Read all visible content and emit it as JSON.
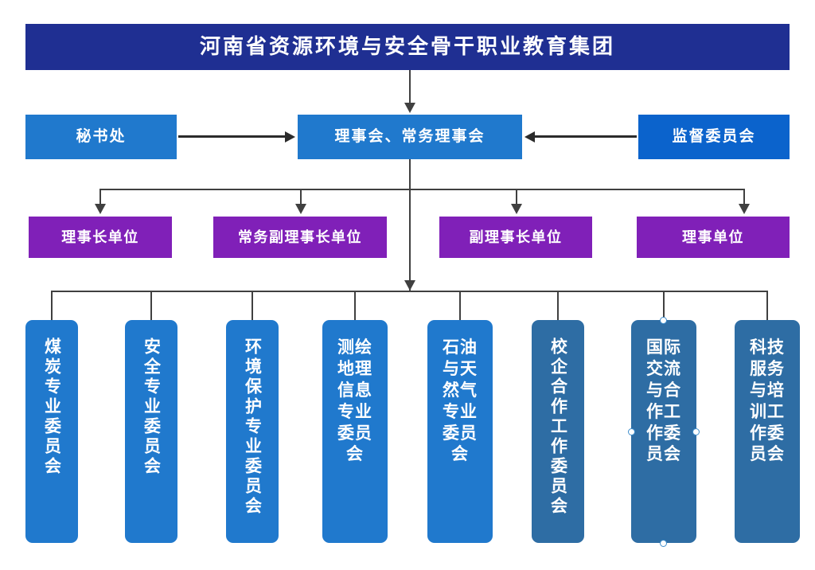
{
  "diagram": {
    "title": "河南省资源环境与安全骨干职业教育集团",
    "colors": {
      "title_bg": "#1f2f92",
      "level2_bg": "#2079cd",
      "supervisor_bg": "#0b63cc",
      "level3_bg": "#8020b8",
      "committee_bright": "#2079cd",
      "committee_dark": "#2e6da4",
      "connector": "#404040",
      "selection_handle": "#3f8ecc",
      "page_bg": "#ffffff"
    },
    "level2": [
      {
        "label": "秘书处",
        "role": "secretariat"
      },
      {
        "label": "理事会、常务理事会",
        "role": "council"
      },
      {
        "label": "监督委员会",
        "role": "supervisory-committee"
      }
    ],
    "level3": [
      {
        "label": "理事长单位"
      },
      {
        "label": "常务副理事长单位"
      },
      {
        "label": "副理事长单位"
      },
      {
        "label": "理事单位"
      }
    ],
    "level4": [
      {
        "label": "煤炭专业委员会",
        "shade": "bright",
        "layout": "narrow"
      },
      {
        "label": "安全专业委员会",
        "shade": "bright",
        "layout": "narrow"
      },
      {
        "label": "环境保护专业委员会",
        "shade": "bright",
        "layout": "narrow"
      },
      {
        "label": "测绘地理信息专业委员会",
        "shade": "bright",
        "layout": "wide"
      },
      {
        "label": "石油与天然气专业委员会",
        "shade": "bright",
        "layout": "wide"
      },
      {
        "label": "校企合作工作委员会",
        "shade": "dark",
        "layout": "narrow"
      },
      {
        "label": "国际交流与合作工作委员会",
        "shade": "dark",
        "layout": "wide",
        "selected": "true"
      },
      {
        "label": "科技服务与培训工作委员会",
        "shade": "dark",
        "layout": "wide"
      }
    ]
  }
}
